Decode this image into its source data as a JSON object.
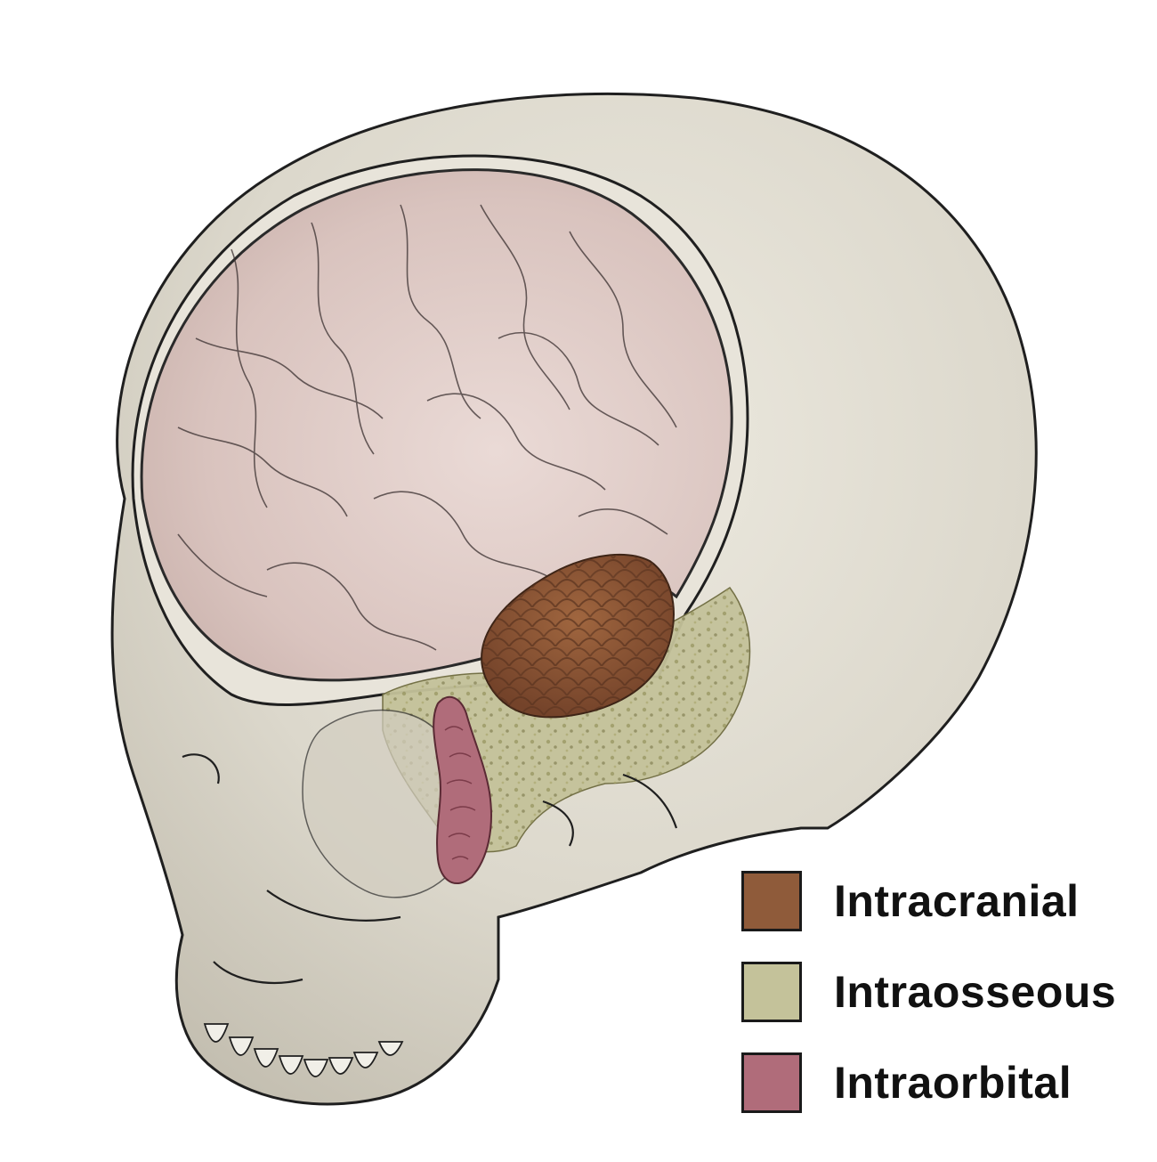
{
  "legend": {
    "items": [
      {
        "key": "intracranial",
        "label": "Intracranial",
        "color": "#8f5b3a"
      },
      {
        "key": "intraosseous",
        "label": "Intraosseous",
        "color": "#c4c29a"
      },
      {
        "key": "intraorbital",
        "label": "Intraorbital",
        "color": "#b06c7a"
      }
    ]
  },
  "colors": {
    "bone": "#dcd8cc",
    "bone_shadow": "#c8c3b5",
    "brain": "#dcc6c1",
    "outline": "#1f1f1f"
  }
}
